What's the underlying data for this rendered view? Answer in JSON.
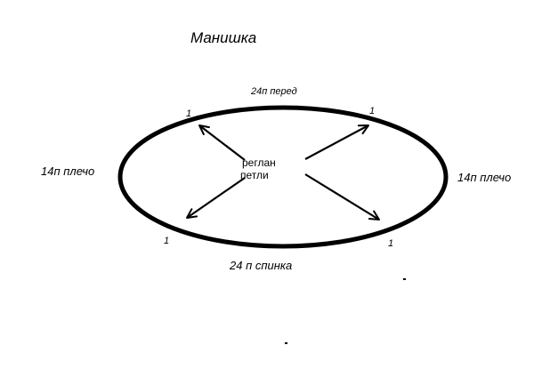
{
  "title": "Манишка",
  "labels": {
    "front": "24п перед",
    "back": "24 п спинка",
    "shoulder_left": "14п плечо",
    "shoulder_right": "14п плечо",
    "center_line1": "реглан",
    "center_line2": "петли"
  },
  "raglan_marks": {
    "top_left": "1",
    "top_right": "1",
    "bottom_left": "1",
    "bottom_right": "1"
  },
  "colors": {
    "ink": "#000000",
    "background": "#ffffff"
  }
}
